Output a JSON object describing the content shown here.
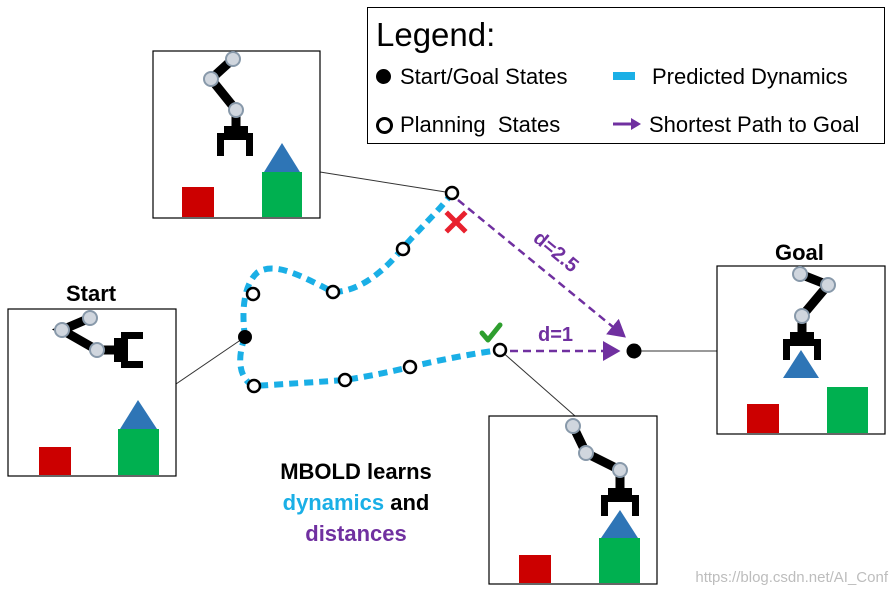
{
  "legend": {
    "title": "Legend:",
    "items": [
      {
        "symbol": "filled-dot",
        "label": "Start/Goal States"
      },
      {
        "symbol": "open-dot",
        "label": "Planning  States"
      },
      {
        "symbol": "blue-dash",
        "label": "Predicted Dynamics"
      },
      {
        "symbol": "purple-dashed-arrow",
        "label": "Shortest Path to Goal"
      }
    ]
  },
  "labels": {
    "start": "Start",
    "goal": "Goal",
    "d_top": "d=2.5",
    "d_bottom": "d=1"
  },
  "caption": {
    "line1": "MBOLD learns",
    "line2_word": "dynamics",
    "line2_rest": " and",
    "line3": "distances"
  },
  "watermark": "https://blog.csdn.net/AI_Conf",
  "colors": {
    "dynamics": "#1AAFE6",
    "shortest_path": "#7030A0",
    "reject_mark": "#E8212E",
    "accept_mark": "#2E9E2E",
    "red_block": "#CC0000",
    "green_block": "#00B050",
    "blue_triangle": "#2E75B6"
  },
  "icons": {
    "reject": "red-x-icon",
    "accept": "green-check-icon"
  }
}
